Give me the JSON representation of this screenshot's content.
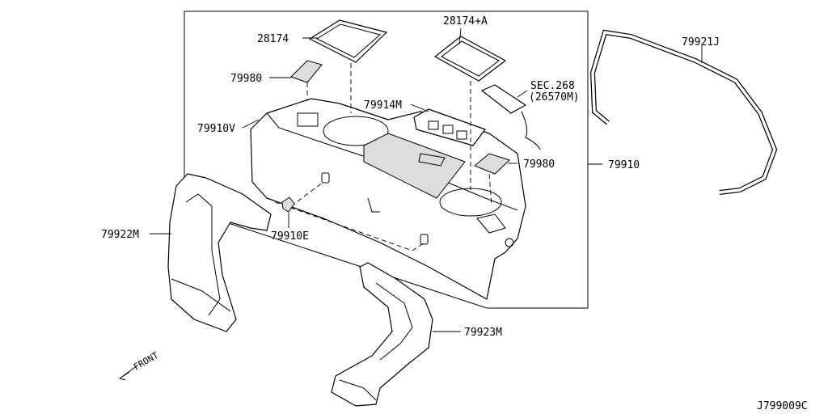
{
  "labels": {
    "p28174": "28174",
    "p28174a": "28174+A",
    "p79980_top": "79980",
    "p79914m": "79914M",
    "sec268": "SEC.268",
    "sec268_sub": "(26570M)",
    "p79910v": "79910V",
    "p79980_right": "79980",
    "p79910": "79910",
    "p79921j": "79921J",
    "p79922m": "79922M",
    "p79910e": "79910E",
    "p79923m": "79923M",
    "front": "FRONT",
    "diagram_id": "J799009C"
  }
}
